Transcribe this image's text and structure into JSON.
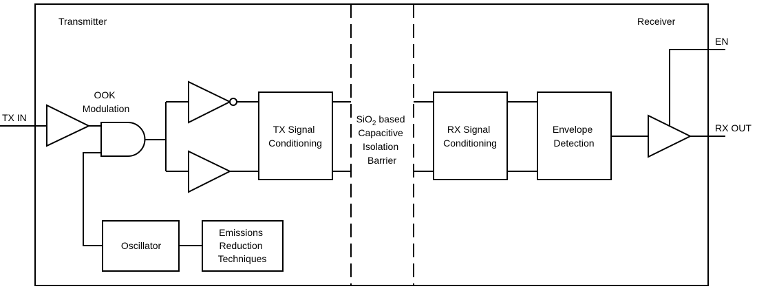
{
  "section_labels": {
    "transmitter": "Transmitter",
    "receiver": "Receiver"
  },
  "pins": {
    "tx_in": "TX IN",
    "en": "EN",
    "rx_out": "RX OUT"
  },
  "ook": {
    "line1": "OOK",
    "line2": "Modulation"
  },
  "tx_block": {
    "line1": "TX Signal",
    "line2": "Conditioning"
  },
  "barrier": {
    "line1_prefix": "SiO",
    "line1_sub": "2",
    "line1_suffix": " based",
    "line2": "Capacitive",
    "line3": "Isolation",
    "line4": "Barrier"
  },
  "rx_block": {
    "line1": "RX Signal",
    "line2": "Conditioning"
  },
  "envelope_block": {
    "line1": "Envelope",
    "line2": "Detection"
  },
  "oscillator_block": {
    "label": "Oscillator"
  },
  "emissions_block": {
    "line1": "Emissions",
    "line2": "Reduction",
    "line3": "Techniques"
  }
}
